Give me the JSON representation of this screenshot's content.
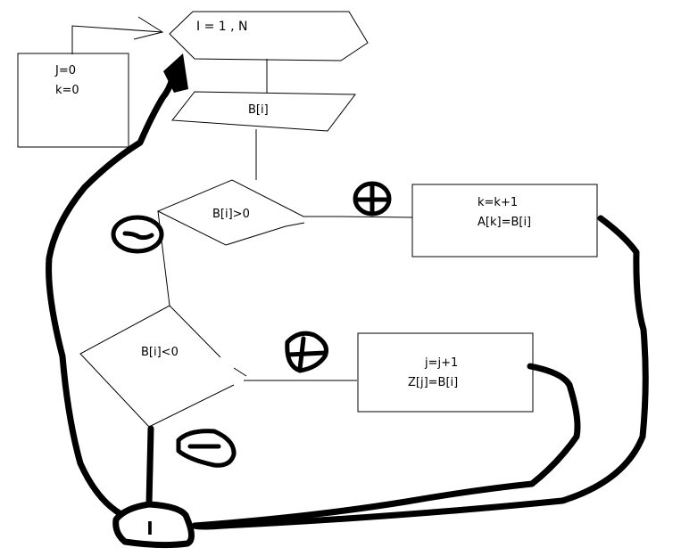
{
  "diagram": {
    "type": "flowchart",
    "style": "hand-drawn",
    "nodes": {
      "init": {
        "shape": "process",
        "lines": [
          "J=0",
          "k=0"
        ]
      },
      "loop": {
        "shape": "loop-hexagon",
        "label": "I = 1 , N"
      },
      "input": {
        "shape": "input-parallelogram",
        "label": "B[i]"
      },
      "cond_pos": {
        "shape": "decision",
        "label": "B[i]>0"
      },
      "proc_pos": {
        "shape": "process",
        "lines": [
          "k=k+1",
          "A[k]=B[i]"
        ]
      },
      "cond_neg": {
        "shape": "decision",
        "label": "B[i]<0"
      },
      "proc_neg": {
        "shape": "process",
        "lines": [
          "j=j+1",
          "Z[j]=B[i]"
        ]
      },
      "end_loop": {
        "shape": "loop-end-blob",
        "label": "I"
      }
    },
    "branch_marks": {
      "pos_yes": "+",
      "pos_no": "−",
      "neg_yes": "+",
      "neg_no": "−"
    },
    "edges": [
      {
        "from": "init",
        "to": "loop"
      },
      {
        "from": "loop",
        "to": "input"
      },
      {
        "from": "input",
        "to": "cond_pos"
      },
      {
        "from": "cond_pos",
        "to": "proc_pos",
        "mark": "+"
      },
      {
        "from": "cond_pos",
        "to": "cond_neg",
        "mark": "−"
      },
      {
        "from": "cond_neg",
        "to": "proc_neg",
        "mark": "+"
      },
      {
        "from": "cond_neg",
        "to": "end_loop",
        "mark": "−"
      },
      {
        "from": "proc_pos",
        "to": "end_loop"
      },
      {
        "from": "proc_neg",
        "to": "end_loop"
      },
      {
        "from": "end_loop",
        "to": "loop"
      }
    ]
  }
}
